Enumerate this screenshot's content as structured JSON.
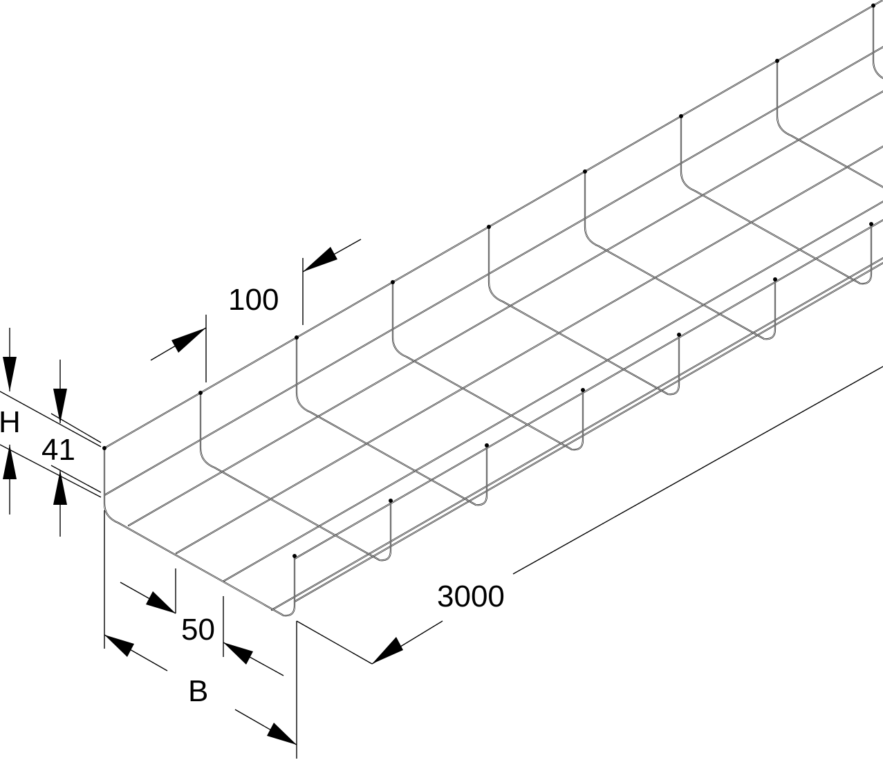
{
  "diagram": {
    "subject": "wire mesh cable tray",
    "line_color": "#000000",
    "background": "#ffffff",
    "dimensions": {
      "length": "3000",
      "mesh_pitch": "100",
      "height_symbol": "H",
      "height_value": "41",
      "width_symbol": "B",
      "mesh_width": "50"
    }
  }
}
